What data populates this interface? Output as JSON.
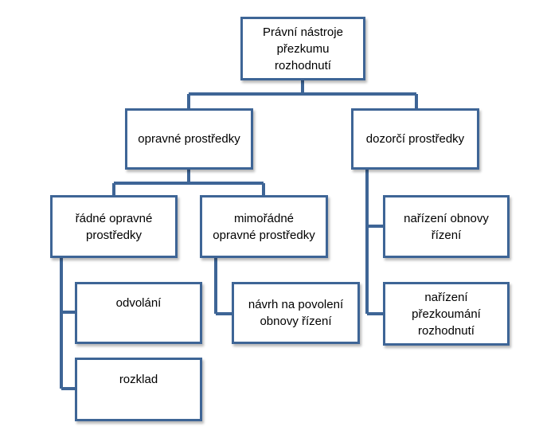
{
  "diagram": {
    "root": "Právní nástroje\npřezkumu\nrozhodnutí",
    "opravne": "opravné prostředky",
    "dozorci": "dozorčí prostředky",
    "radne": "řádné opravné\nprostředky",
    "mimoradne": "mimořádné\nopravné prostředky",
    "odvolani": "odvolání",
    "rozklad": "rozklad",
    "navrh": "návrh na povolení\nobnovy řízení",
    "obnova": "nařízení obnovy\nřízení",
    "prezkoumani": "nařízení\npřezkoumání\nrozhodnutí"
  },
  "colors": {
    "line": "#3e6596",
    "box_fill": "#ffffff"
  }
}
